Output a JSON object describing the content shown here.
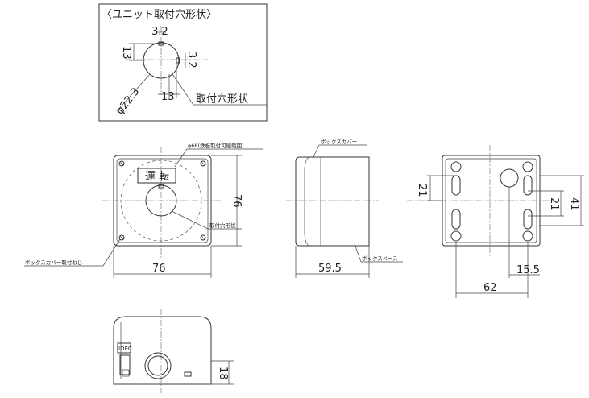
{
  "unit_view": {
    "title": "〈ユニット取付穴形状〉",
    "dim_top": "3.2",
    "dim_left": "13",
    "dim_right": "3.2",
    "dim_diameter": "φ22.3",
    "dim_bottom": "13",
    "label": "取付穴形状"
  },
  "front_view": {
    "note_range": "φ66(鉄板取付可能範囲)",
    "nameplate": "運 転",
    "note_hole": "取付穴形状",
    "note_screw": "ボックスカバー取付ねじ",
    "dim_width": "76",
    "dim_height": "76"
  },
  "side_view": {
    "note_cover": "ボックスカバー",
    "note_space": "ボックスペース",
    "dim_depth": "59.5"
  },
  "back_view": {
    "dim_21_left": "21",
    "dim_21_right": "21",
    "dim_41": "41",
    "dim_15_5": "15.5",
    "dim_62": "62"
  },
  "bottom_view": {
    "logo": "IDEC",
    "dim_18": "18"
  }
}
